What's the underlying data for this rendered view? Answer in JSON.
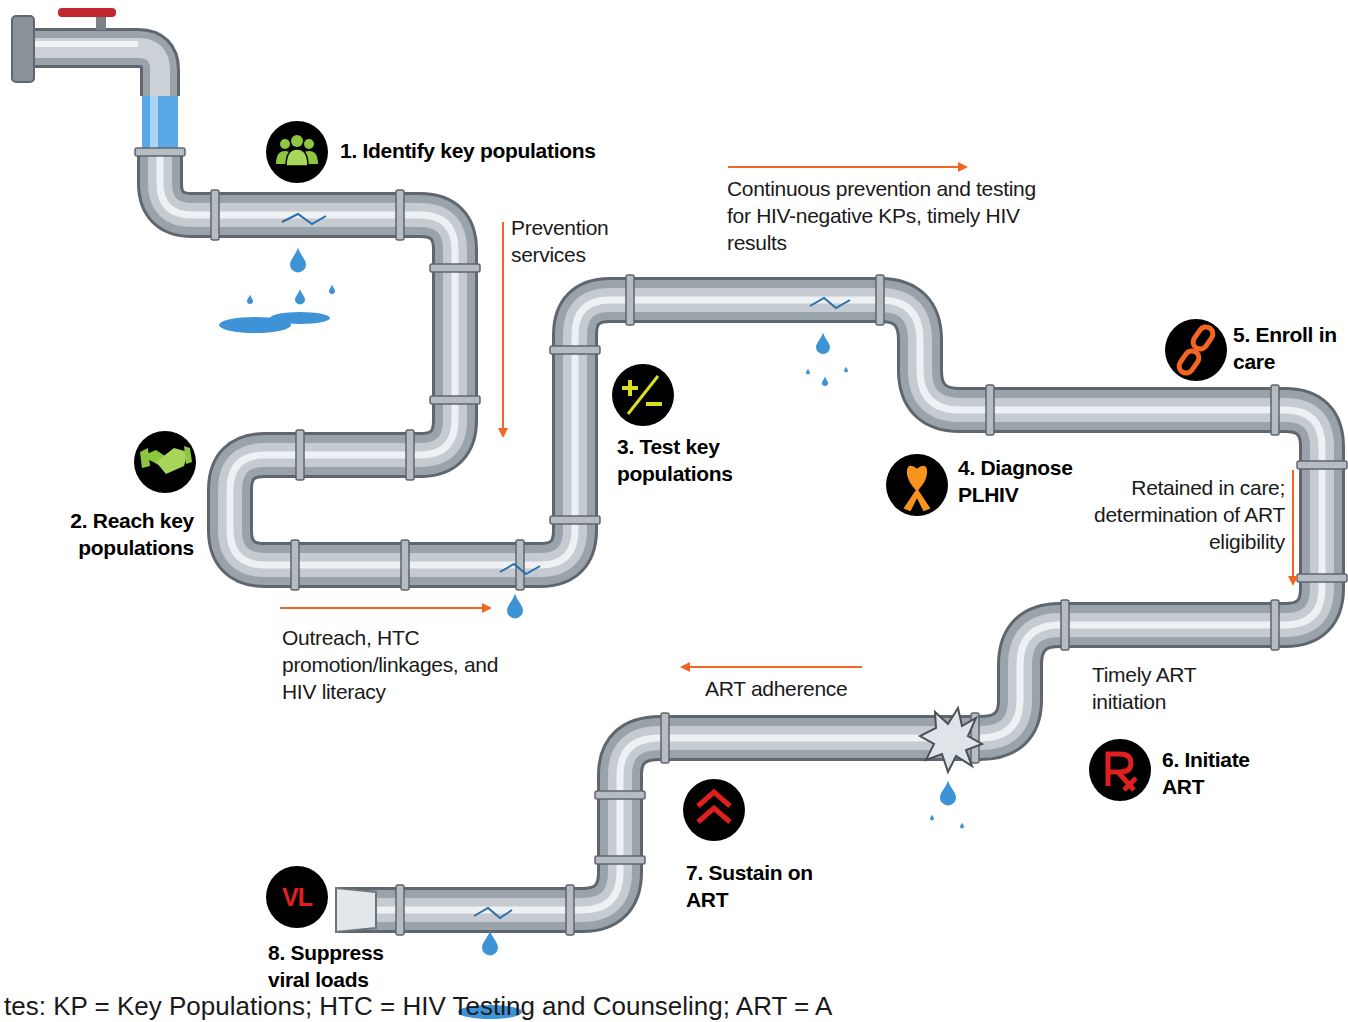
{
  "diagram": {
    "nodes": [
      {
        "text": [
          "VL"
        ]
      }
    ],
    "labels": [
      "1. Identify key populations",
      "Prevention services",
      "2. Reach key populations",
      "Outreach, HTC promotion/linkages, and HIV literacy",
      "3. Test key populations",
      "Continuous prevention and testing for HIV-negative KPs, timely HIV results",
      "4. Diagnose PLHIV",
      "5. Enroll in care",
      "Retained in care; determination of ART eligibility",
      "Timely ART initiation",
      "6. Initiate ART",
      "ART adherence",
      "7. Sustain on ART",
      "8. Suppress viral loads",
      "tes: KP = Key Populations; HTC = HIV Testing and Counseling; ART = A"
    ]
  }
}
